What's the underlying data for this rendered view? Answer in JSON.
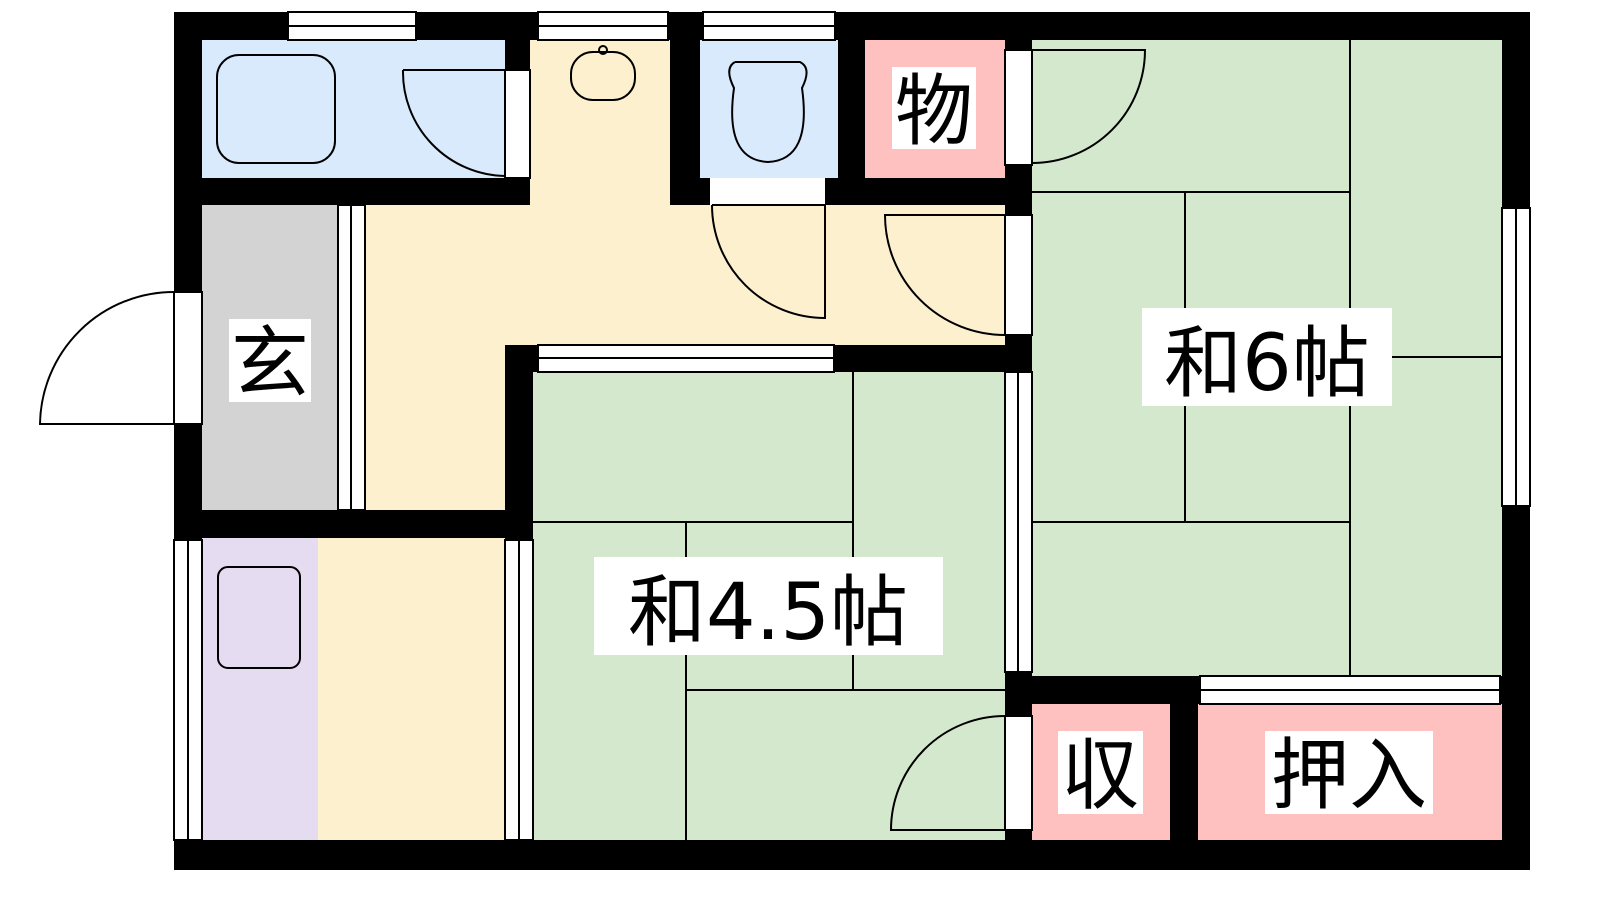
{
  "floor_plan": {
    "rooms": {
      "japanese_6": "和6帖",
      "japanese_4_5": "和4.5帖",
      "entrance": "玄",
      "storage": "物",
      "closet_small": "収",
      "closet_oshiire": "押入"
    },
    "colors": {
      "wall": "#000000",
      "tatami": "#d3e8cd",
      "floor": "#fcf0cf",
      "wet_area": "#daeafd",
      "storage": "#ffc0c0",
      "entrance": "#d3d3d3",
      "kitchen": "#e6dcf2"
    }
  }
}
